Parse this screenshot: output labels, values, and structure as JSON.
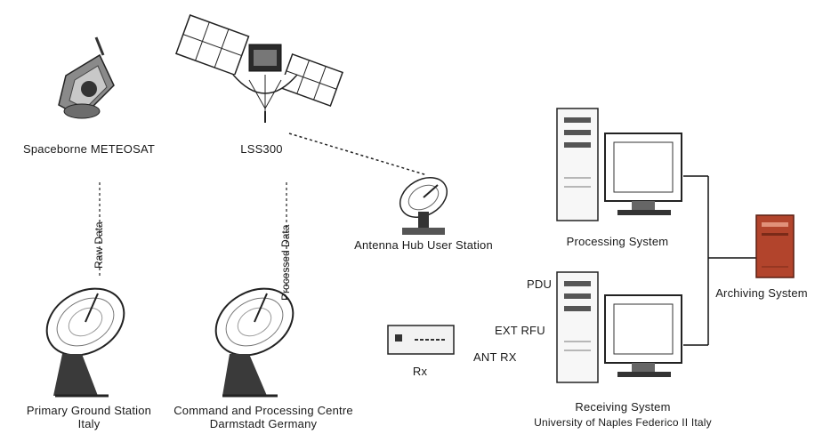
{
  "labels": {
    "sensor": "Spaceborne METEOSAT",
    "satellite": "LSS300",
    "primary_station_line1": "Primary Ground Station",
    "primary_station_line2": "Italy",
    "command_center_line1": "Command and Processing Centre",
    "command_center_line2": "Darmstadt Germany",
    "user_station": "Antenna Hub User Station",
    "processing_system": "Processing System",
    "archiving_system": "Archiving System",
    "receiving_system_line1": "Receiving System",
    "receiving_system_line2": "University of Naples Federico II Italy",
    "box": "Rx",
    "link_left": "Raw Data",
    "link_middle": "Processed Data",
    "port_1": "PDU",
    "port_2": "EXT RFU",
    "port_3": "ANT RX"
  }
}
